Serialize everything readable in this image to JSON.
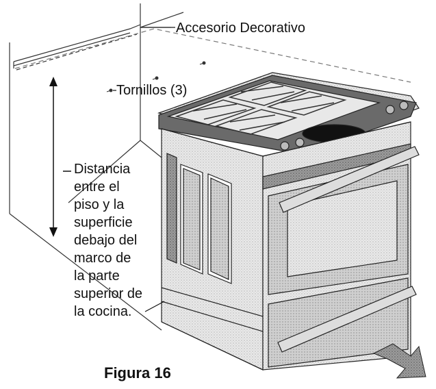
{
  "labels": {
    "accesorio": "Accesorio Decorativo",
    "tornillos": "Tornillos (3)",
    "distancia": "Distancia\nentre el\npiso y la\nsuperficie\ndebajo del\nmarco de\nla parte\nsuperior de\nla cocina.",
    "figura": "Figura 16"
  },
  "icons": [
    "screw-icon",
    "dimension-arrow",
    "direction-arrow-icon"
  ]
}
